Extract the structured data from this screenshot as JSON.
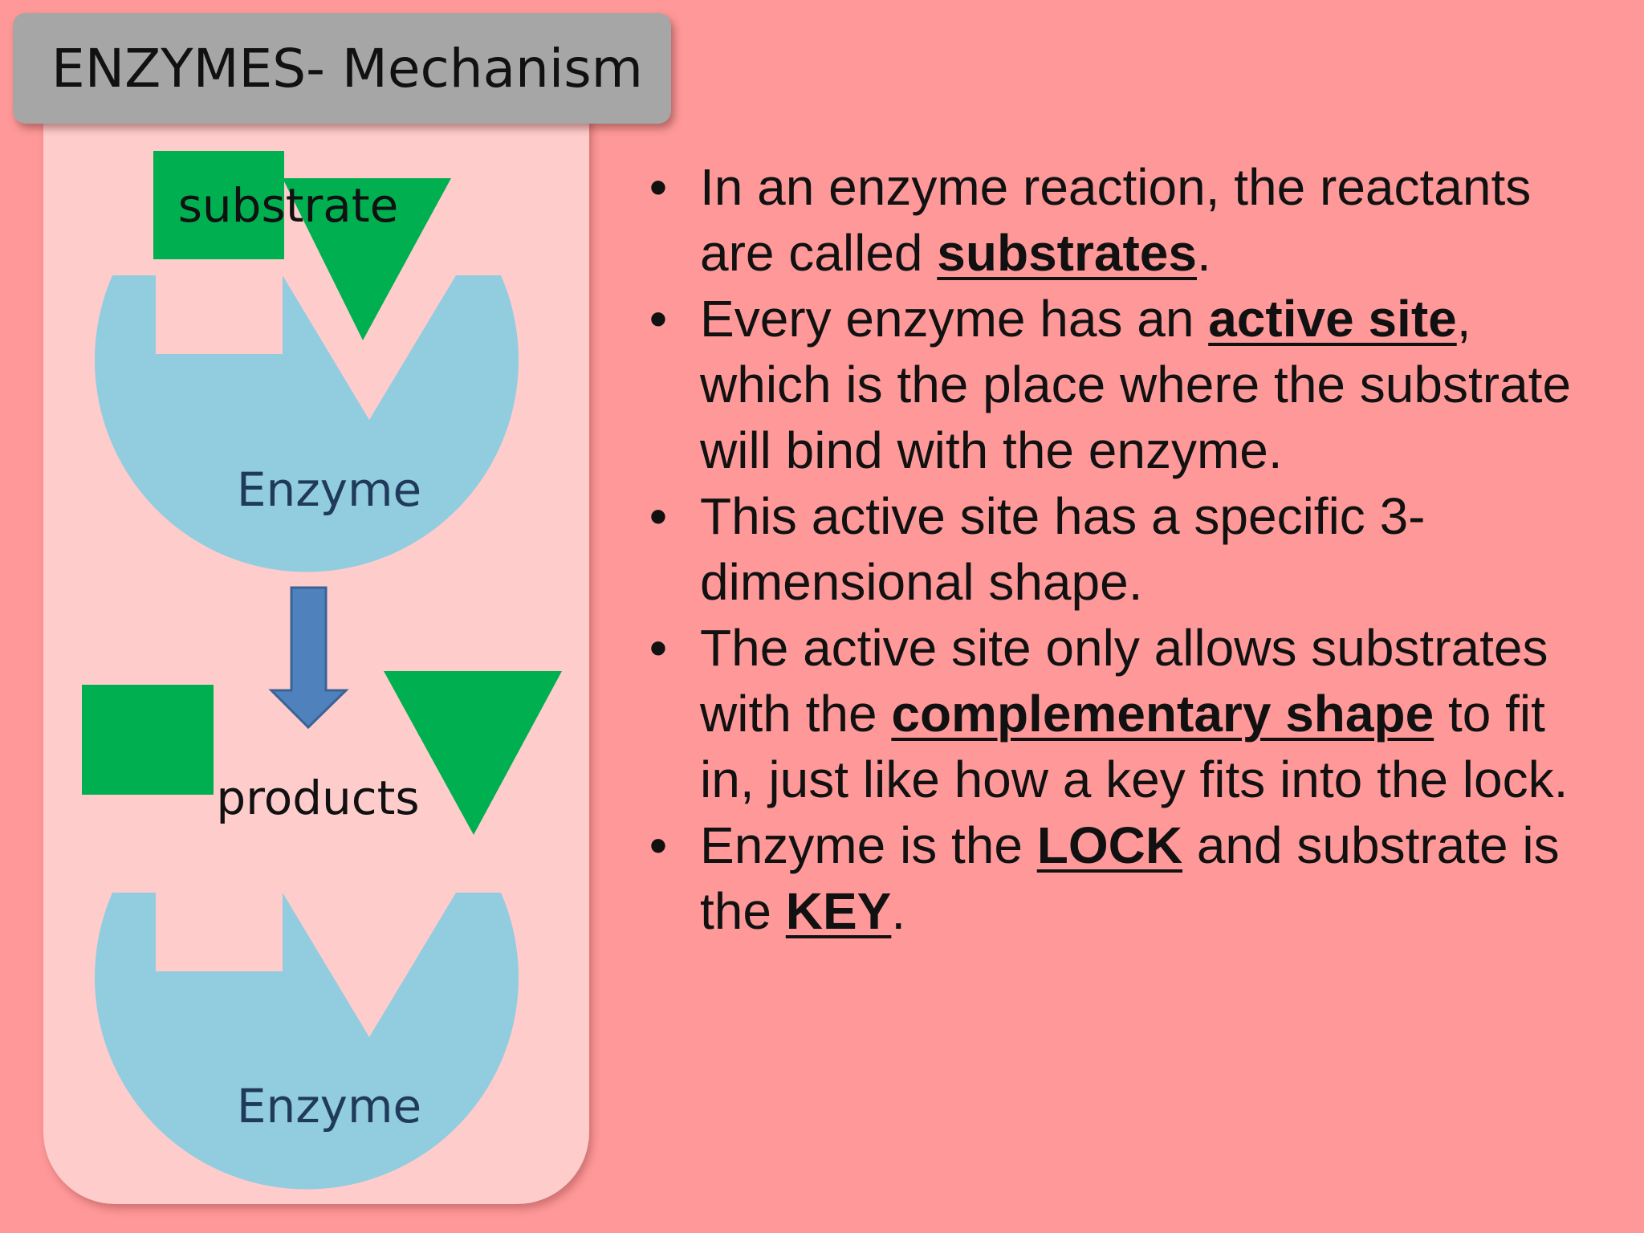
{
  "title": "ENZYMES- Mechanism",
  "colors": {
    "background": "#ff9999",
    "panel": "#ffcccc",
    "title_box": "#a6a6a6",
    "enzyme": "#92cddf",
    "substrate": "#00b050",
    "arrow": "#4f81bd"
  },
  "diagram": {
    "substrate_label": "substrate",
    "enzyme_top_label": "Enzyme",
    "products_label": "products",
    "enzyme_bottom_label": "Enzyme"
  },
  "bullets": [
    {
      "parts": [
        {
          "text": "In an enzyme reaction, the reactants are called "
        },
        {
          "text": "substrates",
          "em": true
        },
        {
          "text": "."
        }
      ]
    },
    {
      "parts": [
        {
          "text": "Every enzyme has an "
        },
        {
          "text": "active site",
          "em": true
        },
        {
          "text": ", which is the place where the substrate will bind with the enzyme."
        }
      ]
    },
    {
      "parts": [
        {
          "text": "This active site has a specific 3-dimensional shape."
        }
      ]
    },
    {
      "parts": [
        {
          "text": "The active site only allows substrates with the "
        },
        {
          "text": "complementary shape",
          "em": true
        },
        {
          "text": " to fit in, just like how a key fits into the lock."
        }
      ]
    },
    {
      "parts": [
        {
          "text": "Enzyme is the "
        },
        {
          "text": "LOCK",
          "em": true
        },
        {
          "text": " and substrate is the "
        },
        {
          "text": "KEY",
          "em": true
        },
        {
          "text": "."
        }
      ]
    }
  ]
}
